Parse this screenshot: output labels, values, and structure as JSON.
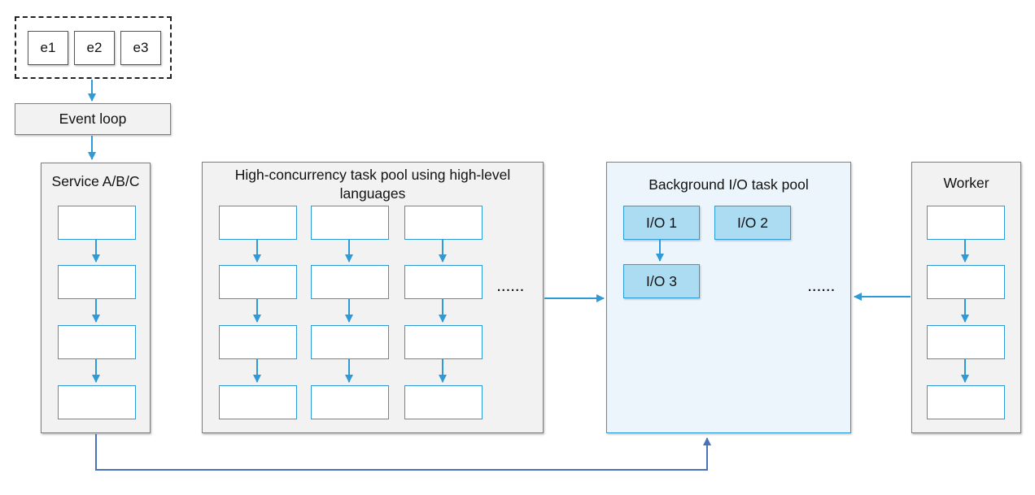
{
  "colors": {
    "arrow": "#2e9ad8",
    "connector": "#4a72b8",
    "panel-bg": "#f2f2f2",
    "panel-border": "#7f7f7f",
    "box-border": "#2e9ad8",
    "io-box-bg": "#abdcf2",
    "io-panel-bg": "#ecf5fb",
    "io-panel-border": "#2e9ad8",
    "dashed-border": "#222222",
    "ebox-border": "#555555",
    "text": "#111111"
  },
  "event_source": {
    "events": [
      "e1",
      "e2",
      "e3"
    ]
  },
  "event_loop": {
    "label": "Event loop"
  },
  "service_panel": {
    "title": "Service A/B/C",
    "box_count": 4
  },
  "task_pool_panel": {
    "title": "High-concurrency task pool using high-level languages",
    "columns": 3,
    "rows": 4,
    "ellipsis": "......"
  },
  "io_pool_panel": {
    "title": "Background I/O task pool",
    "tasks": [
      "I/O 1",
      "I/O 2",
      "I/O 3"
    ],
    "ellipsis": "......"
  },
  "worker_panel": {
    "title": "Worker",
    "box_count": 4
  }
}
